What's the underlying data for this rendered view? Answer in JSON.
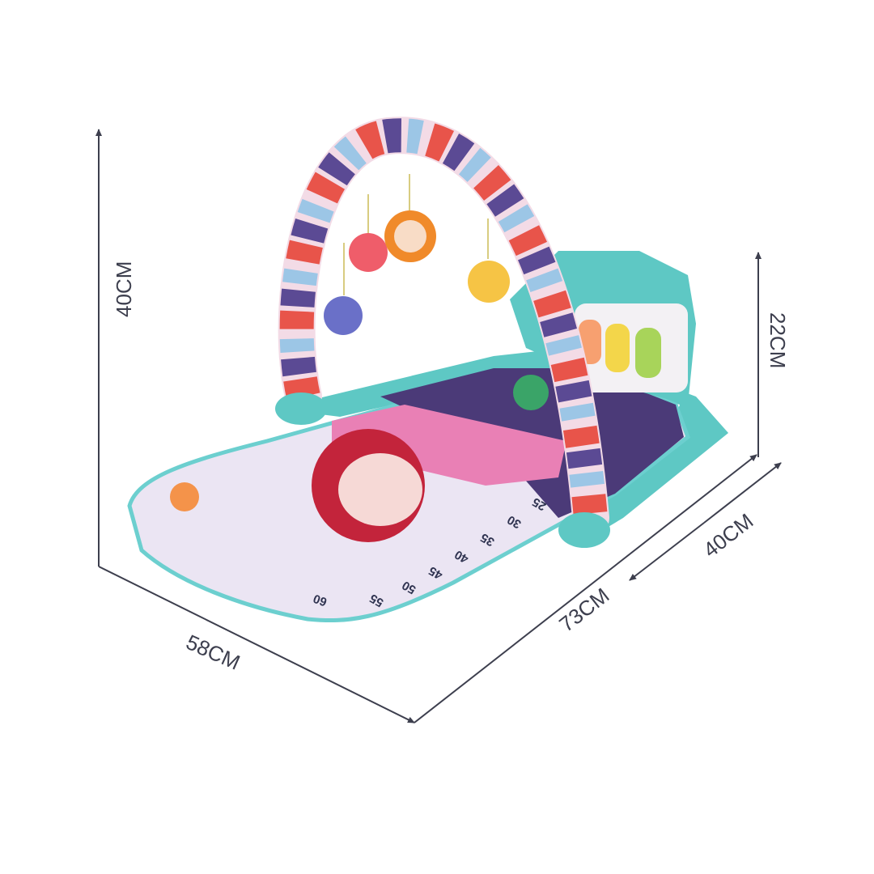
{
  "dimensions": {
    "height_total": "40CM",
    "height_panel": "22CM",
    "width": "58CM",
    "length": "73CM",
    "panel_width": "40CM"
  },
  "mat_ruler": [
    "25",
    "30",
    "35",
    "40",
    "45",
    "50",
    "55",
    "60"
  ],
  "colors": {
    "line": "#3d3f4e",
    "mat": "#e9e4f2",
    "mat_dark": "#4b3a78",
    "teal": "#5ec8c4",
    "stripe_red": "#e8544a",
    "stripe_purple": "#5b4a94",
    "stripe_blue": "#9cc6e6",
    "stripe_pink": "#f3dbe6"
  }
}
